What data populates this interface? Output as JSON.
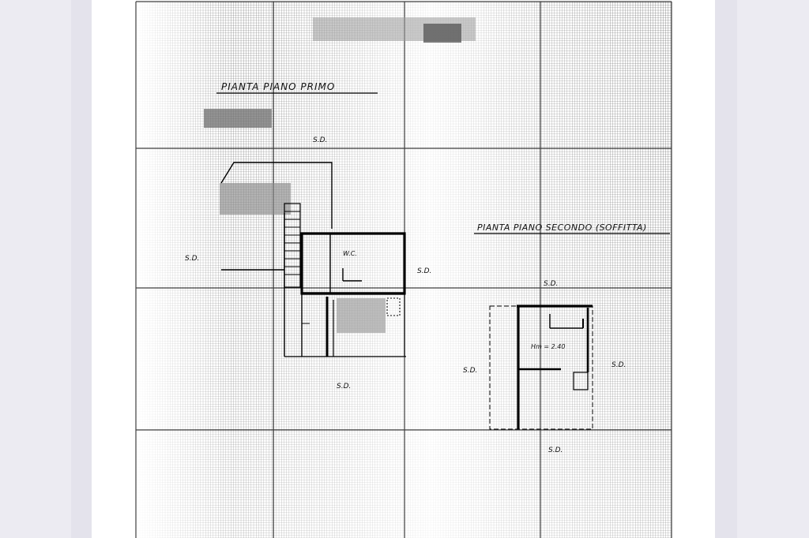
{
  "page": {
    "background": "#ecebf2",
    "sheet_color": "#ffffff",
    "ink_color": "#111111"
  },
  "plan": {
    "first_floor_title": "PIANTA PIANO PRIMO",
    "second_floor_title": "PIANTA PIANO SECONDO (SOFFITTA)",
    "room_labels": {
      "wc": "W.C.",
      "height": "Hm = 2.40"
    },
    "sd_label": "S.D."
  }
}
